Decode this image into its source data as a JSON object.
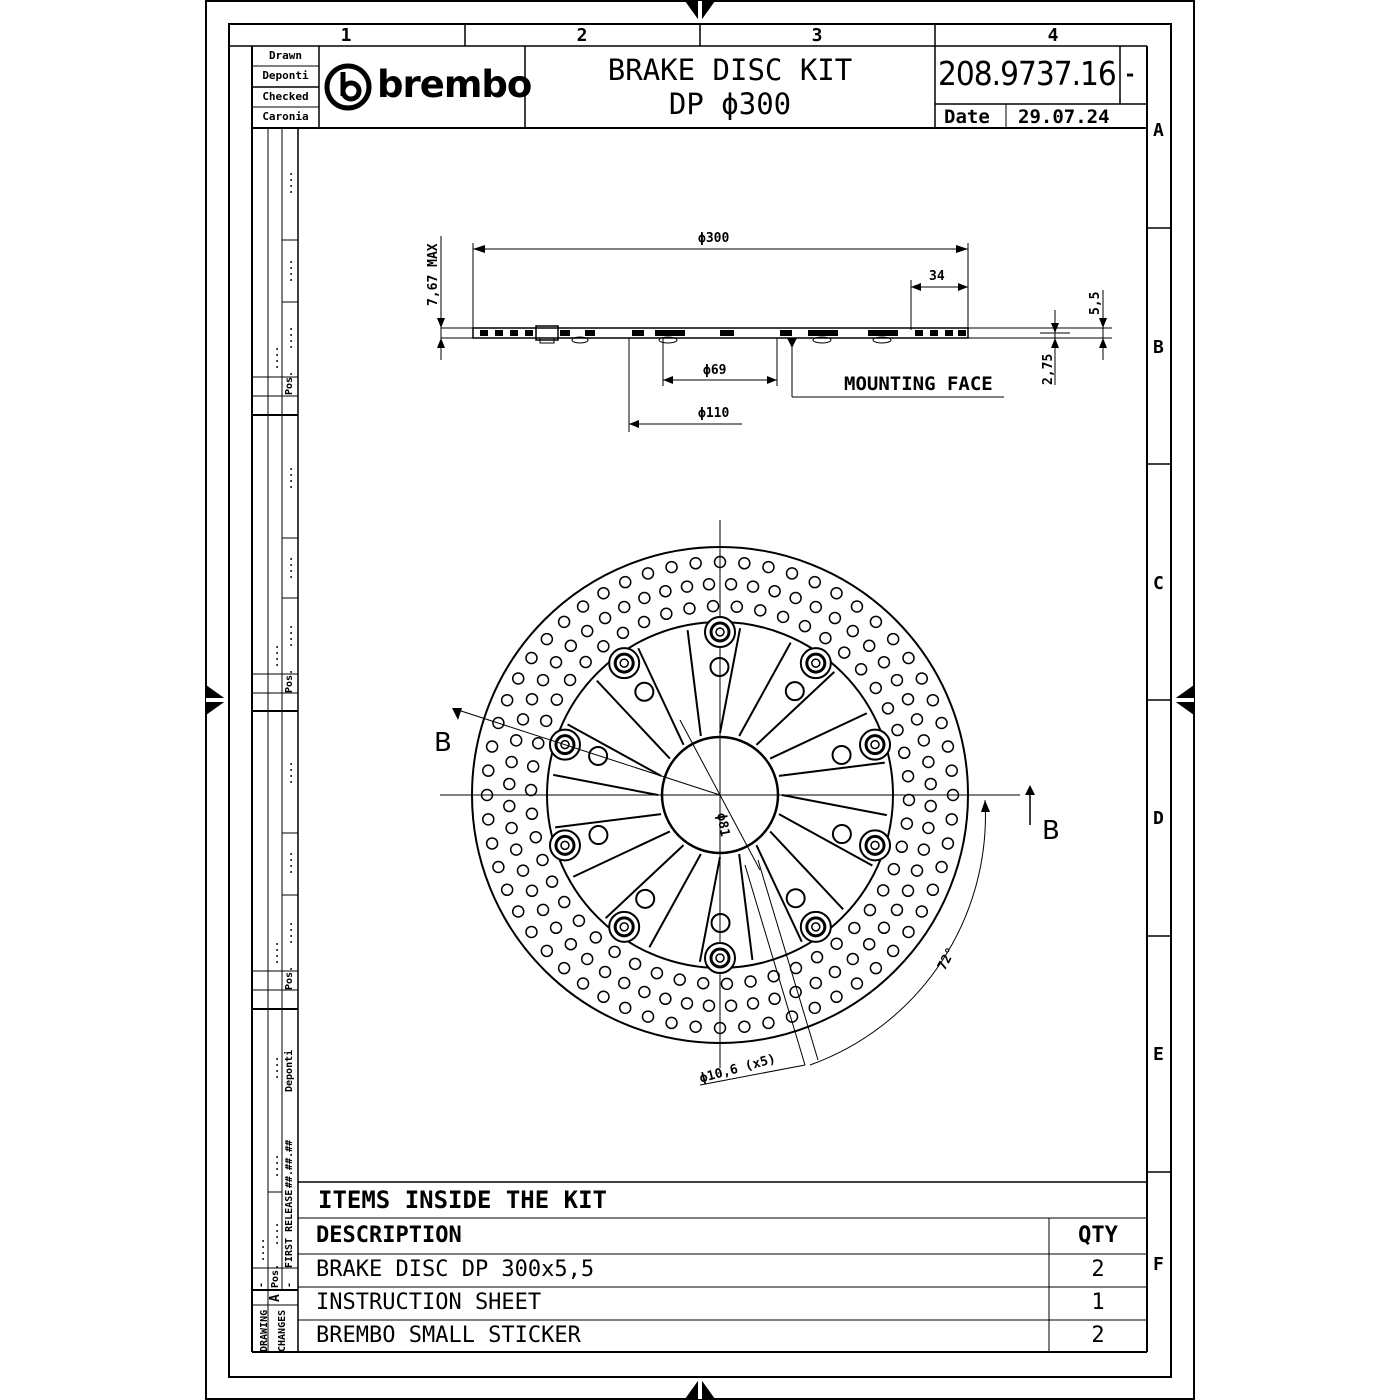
{
  "frame": {
    "columns": [
      "1",
      "2",
      "3",
      "4"
    ],
    "rows": [
      "A",
      "B",
      "C",
      "D",
      "E",
      "F"
    ]
  },
  "title_block": {
    "drawn_label": "Drawn",
    "drawn_name": "Deponti",
    "checked_label": "Checked",
    "checked_name": "Caronia",
    "logo_text": "brembo",
    "title_line1": "BRAKE DISC KIT",
    "title_line2": "DP ϕ300",
    "part_number": "208.9737.16",
    "rev_box": "-",
    "date_label": "Date",
    "date_value": "29.07.24"
  },
  "side_strip": {
    "pos_label": "Pos.",
    "dots": "....",
    "name": "Deponti",
    "release_date": "##.##.##",
    "release_text": "FIRST RELEASE",
    "revision_letter": "A",
    "drawing_label": "DRAWING",
    "changes_label": "CHANGES",
    "dash": "-"
  },
  "dimensions": {
    "thickness_max": "7,67 MAX",
    "outer_diameter": "ϕ300",
    "band_width": "34",
    "disc_thickness": "5,5",
    "offset": "2,75",
    "inner_diameter": "ϕ69",
    "pcd": "ϕ110",
    "mounting_face": "MOUNTING FACE",
    "hole_pcd": "ϕ81",
    "bolt_holes": "ϕ10,6 (x5)",
    "angle": "72°",
    "section_label": "B"
  },
  "kit": {
    "heading": "ITEMS INSIDE THE KIT",
    "col_description": "DESCRIPTION",
    "col_qty": "QTY",
    "items": [
      {
        "description": "BRAKE DISC DP 300x5,5",
        "qty": "2"
      },
      {
        "description": "INSTRUCTION SHEET",
        "qty": "1"
      },
      {
        "description": "BREMBO SMALL STICKER",
        "qty": "2"
      }
    ]
  }
}
